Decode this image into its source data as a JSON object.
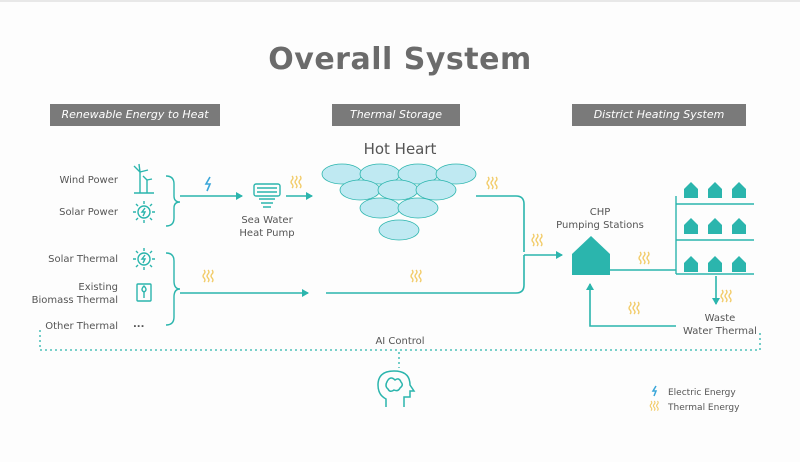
{
  "title": "Overall System",
  "sections": {
    "renewable": "Renewable Energy to Heat",
    "storage": "Thermal Storage",
    "district": "District Heating System"
  },
  "sources": {
    "wind": "Wind Power",
    "solar": "Solar Power",
    "solar_thermal": "Solar Thermal",
    "biomass_line1": "Existing",
    "biomass_line2": "Biomass Thermal",
    "other": "Other Thermal",
    "ellipsis": "..."
  },
  "heat_pump": {
    "line1": "Sea Water",
    "line2": "Heat Pump"
  },
  "hot_heart": "Hot Heart",
  "chp": {
    "line1": "CHP",
    "line2": "Pumping Stations"
  },
  "waste_water": {
    "line1": "Waste",
    "line2": "Water Thermal"
  },
  "ai_control": "AI Control",
  "legend": {
    "electric": "Electric Energy",
    "thermal": "Thermal Energy"
  },
  "colors": {
    "teal": "#2bb5ad",
    "teal_light": "#bfe9f2",
    "yellow": "#f2cc6a",
    "header_gray": "#7a7a7a",
    "text_gray": "#555555",
    "electric_blue": "#3aa6d9"
  },
  "icons": {
    "wind": "wind-turbine-icon",
    "solar": "sun-icon",
    "solar_thermal": "sun-icon",
    "biomass": "leaf-box-icon",
    "heat_pump": "heat-pump-icon",
    "chp": "building-icon",
    "house": "house-icon",
    "brain": "brain-head-icon",
    "electric": "lightning-icon",
    "thermal": "wave-icon"
  }
}
